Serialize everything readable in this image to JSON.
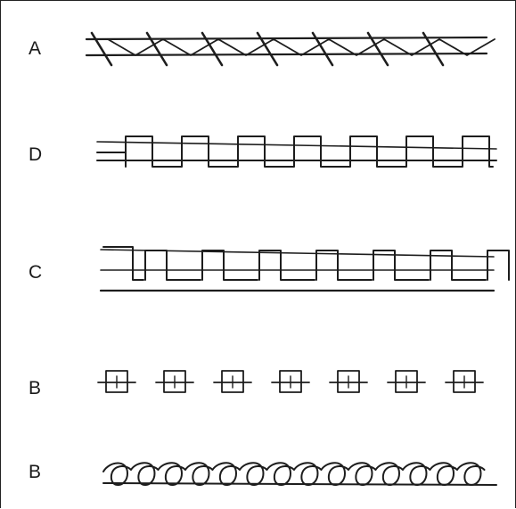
{
  "rows": [
    {
      "label": "A",
      "pattern": "triangle-overlock"
    },
    {
      "label": "D",
      "pattern": "square-wave-double"
    },
    {
      "label": "C",
      "pattern": "square-wave-triple"
    },
    {
      "label": "B",
      "pattern": "box-stitch"
    },
    {
      "label": "B",
      "pattern": "looped-coil"
    }
  ]
}
